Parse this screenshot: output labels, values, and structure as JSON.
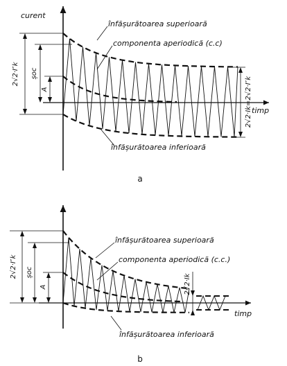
{
  "panel_a": {
    "letter": "a",
    "y_axis_label": "curent",
    "x_axis_label": "timp",
    "upper_envelope_label": "înfășurătoarea superioară",
    "dc_component_label": "componenta aperiodică (c.c)",
    "lower_envelope_label": "înfășurătoarea inferioară",
    "peak_label": "șoc",
    "a_label": "A",
    "left_amplitude_label": "2√2·I″k",
    "right_amplitude_label": "2√2·Ik=2√2·I″k"
  },
  "panel_b": {
    "letter": "b",
    "x_axis_label": "timp",
    "upper_envelope_label": "înfășurătoarea superioară",
    "dc_component_label": "componenta aperiodică (c.c.)",
    "lower_envelope_label": "înfășurătoarea inferioară",
    "peak_label": "șoc",
    "a_label": "A",
    "left_amplitude_label": "2√2·I″k",
    "right_amplitude_label": "2√2·Ik"
  },
  "colors": {
    "ink": "#111111",
    "background": "#ffffff"
  }
}
